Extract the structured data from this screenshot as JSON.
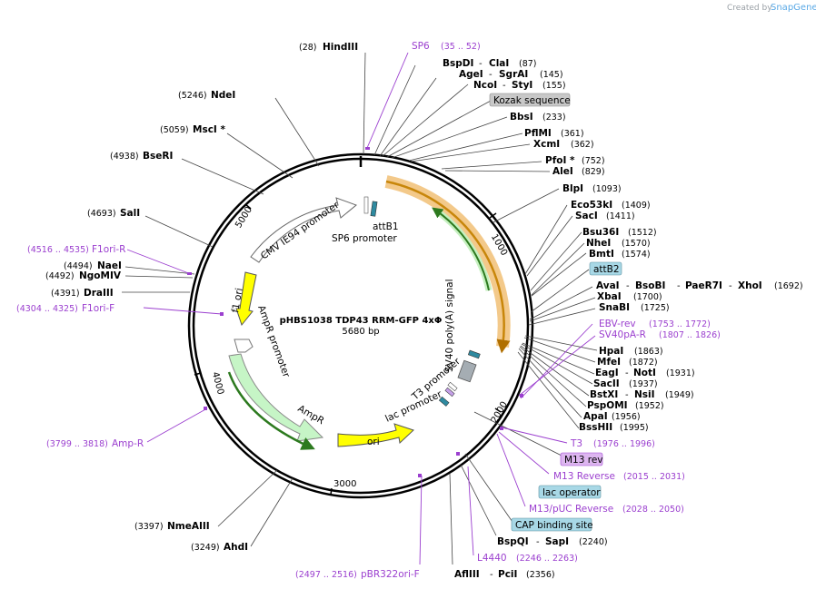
{
  "credit": {
    "prefix": "Created by",
    "brand": "SnapGene"
  },
  "plasmid": {
    "name": "pHBS1038 TDP43 RRM-GFP 4xΦ",
    "size": "5680 bp"
  },
  "ticks": [
    "1000",
    "2000",
    "3000",
    "4000",
    "5000"
  ],
  "features": {
    "cmv": "CMV IE94 promoter",
    "attb1": "attB1",
    "sp6promoter": "SP6 promoter",
    "f1ori": "f1 ori",
    "ampr_promoter": "AmpR promoter",
    "ampr": "AmpR",
    "ori": "ori",
    "lac_promoter": "lac promoter",
    "t3_promoter": "T3 promoter",
    "sv40": "SV40 poly(A) signal"
  },
  "sites_left": [
    {
      "pos": "(28)",
      "name": "HindIII"
    },
    {
      "pos": "(5246)",
      "name": "NdeI"
    },
    {
      "pos": "(5059)",
      "name": "MscI *"
    },
    {
      "pos": "(4938)",
      "name": "BseRI"
    },
    {
      "pos": "(4693)",
      "name": "SalI"
    },
    {
      "pos": "(4494)",
      "name": "NaeI"
    },
    {
      "pos": "(4492)",
      "name": "NgoMIV"
    },
    {
      "pos": "(4391)",
      "name": "DraIII"
    },
    {
      "pos": "(3397)",
      "name": "NmeAIII"
    },
    {
      "pos": "(3249)",
      "name": "AhdI"
    }
  ],
  "primers_left": [
    {
      "pos": "(4516 .. 4535)",
      "name": "F1ori-R"
    },
    {
      "pos": "(4304 .. 4325)",
      "name": "F1ori-F"
    },
    {
      "pos": "(3799 .. 3818)",
      "name": "Amp-R"
    },
    {
      "pos": "(2497 .. 2516)",
      "name": "pBR322ori-F"
    }
  ],
  "sp6": {
    "name": "SP6",
    "pos": "(35 .. 52)"
  },
  "sites_right": [
    {
      "name": "BspDI",
      "name2": "ClaI",
      "pos": "(87)"
    },
    {
      "name": "AgeI",
      "name2": "SgrAI",
      "pos": "(145)"
    },
    {
      "name": "NcoI",
      "name2": "StyI",
      "pos": "(155)"
    },
    {
      "name": "BbsI",
      "pos": "(233)"
    },
    {
      "name": "PflMI",
      "pos": "(361)"
    },
    {
      "name": "XcmI",
      "pos": "(362)"
    },
    {
      "name": "PfoI *",
      "pos": "(752)"
    },
    {
      "name": "AleI",
      "pos": "(829)"
    },
    {
      "name": "BlpI",
      "pos": "(1093)"
    },
    {
      "name": "Eco53kI",
      "pos": "(1409)"
    },
    {
      "name": "SacI",
      "pos": "(1411)"
    },
    {
      "name": "Bsu36I",
      "pos": "(1512)"
    },
    {
      "name": "NheI",
      "pos": "(1570)"
    },
    {
      "name": "BmtI",
      "pos": "(1574)"
    }
  ],
  "kozak": "Kozak sequence",
  "attb2": "attB2",
  "multi_site": {
    "a": "AvaI",
    "b": "BsoBI",
    "c": "PaeR7I",
    "d": "XhoI",
    "pos": "(1692)"
  },
  "sites_right2": [
    {
      "name": "XbaI",
      "pos": "(1700)"
    },
    {
      "name": "SnaBI",
      "pos": "(1725)"
    }
  ],
  "primers_right": [
    {
      "name": "EBV-rev",
      "pos": "(1753 .. 1772)"
    },
    {
      "name": "SV40pA-R",
      "pos": "(1807 .. 1826)"
    }
  ],
  "sites_right3": [
    {
      "name": "HpaI",
      "pos": "(1863)"
    },
    {
      "name": "MfeI",
      "pos": "(1872)"
    },
    {
      "name": "EagI",
      "name2": "NotI",
      "pos": "(1931)"
    },
    {
      "name": "SacII",
      "pos": "(1937)"
    },
    {
      "name": "BstXI",
      "name2": "NsiI",
      "pos": "(1949)"
    },
    {
      "name": "PspOMI",
      "pos": "(1952)"
    },
    {
      "name": "ApaI",
      "pos": "(1956)"
    },
    {
      "name": "BssHII",
      "pos": "(1995)"
    }
  ],
  "t3": {
    "name": "T3",
    "pos": "(1976 .. 1996)"
  },
  "m13rev": "M13 rev",
  "m13reverse": {
    "name": "M13 Reverse",
    "pos": "(2015 .. 2031)"
  },
  "lacop": "lac operator",
  "m13puc": {
    "name": "M13/pUC Reverse",
    "pos": "(2028 .. 2050)"
  },
  "cap": "CAP binding site",
  "bspqi": {
    "name": "BspQI",
    "name2": "SapI",
    "pos": "(2240)"
  },
  "l4440": {
    "name": "L4440",
    "pos": "(2246 .. 2263)"
  },
  "aflIII": {
    "name": "AflIII",
    "name2": "PciI",
    "pos": "(2356)"
  }
}
